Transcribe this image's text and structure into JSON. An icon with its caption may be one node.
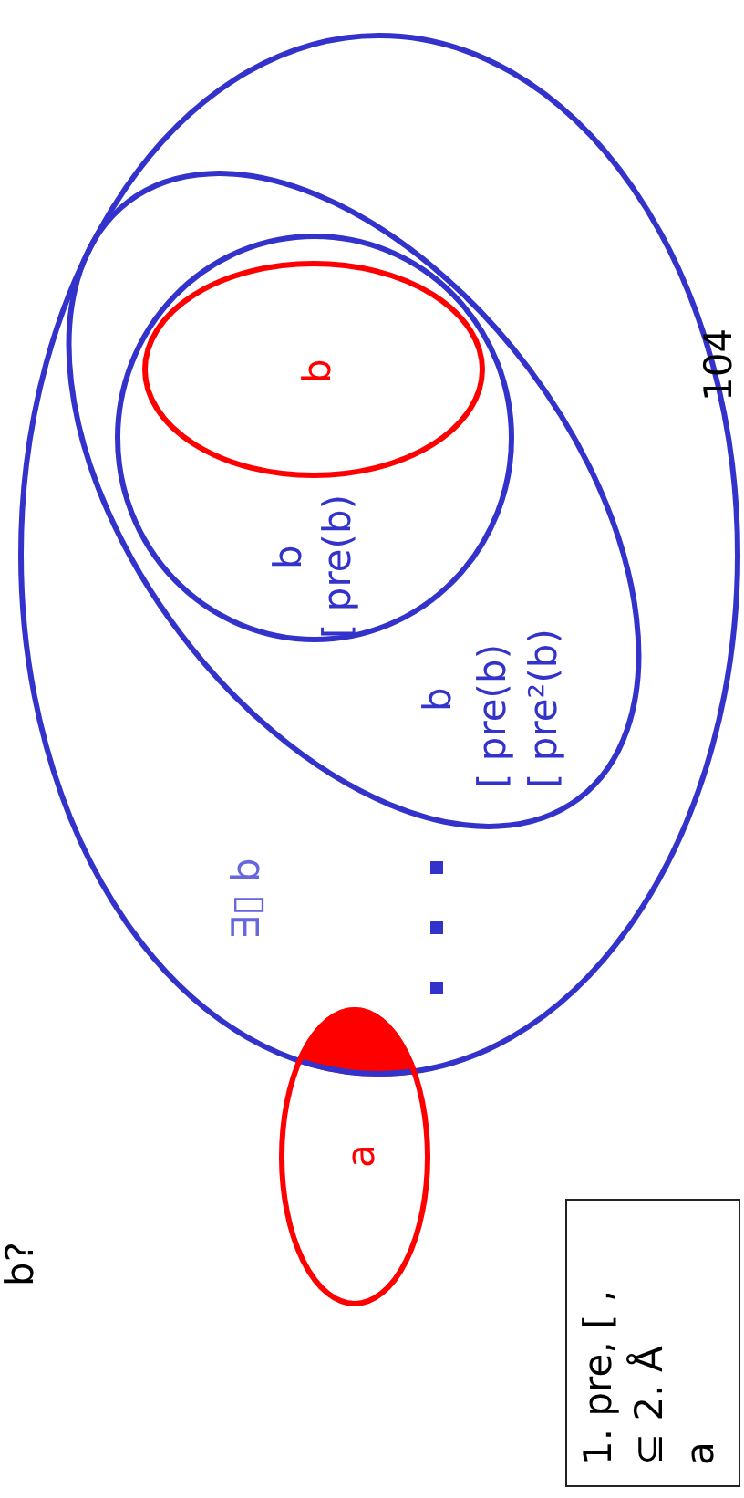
{
  "diagram": {
    "nodes": [
      {
        "text": [
          "∃▯ b"
        ]
      },
      {
        "text": [
          "b",
          "[ pre(b)",
          "[ pre²(b)"
        ],
        "in": 0
      },
      {
        "text": [
          "b",
          "[ pre(b)"
        ],
        "in": 1
      },
      {
        "text": [
          "b"
        ],
        "in": 2
      },
      {
        "text": [
          "a"
        ]
      },
      {
        "text": [
          "1. pre, [ ,",
          "⊆ 2. Å",
          "a"
        ]
      }
    ],
    "labels": [
      "b?",
      "104"
    ]
  }
}
